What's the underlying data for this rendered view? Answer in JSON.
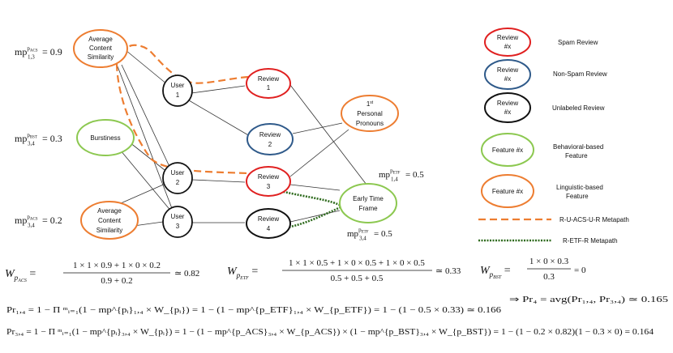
{
  "colors": {
    "spam": "#e02020",
    "nonspam": "#2f5a8a",
    "unlabeled": "#111111",
    "behavioral": "#8cc850",
    "linguistic": "#ed7d31",
    "etf_path": "#2f6b1e",
    "edge": "#333333"
  },
  "nodes": {
    "acs_top": [
      "Average",
      "Content",
      "Similarity"
    ],
    "burstiness": [
      "Burstiness"
    ],
    "acs_bottom": [
      "Average",
      "Content",
      "Similarity"
    ],
    "user1": [
      "User",
      "1"
    ],
    "user2": [
      "User",
      "2"
    ],
    "user3": [
      "User",
      "3"
    ],
    "review1": [
      "Review",
      "1"
    ],
    "review2": [
      "Review",
      "2"
    ],
    "review3": [
      "Review",
      "3"
    ],
    "review4": [
      "Review",
      "4"
    ],
    "personal_pronouns": [
      "Personal",
      "Pronouns"
    ],
    "personal_pronouns_prefix": "1",
    "personal_pronouns_sup": "st",
    "early_time_frame": [
      "Early Time",
      "Frame"
    ]
  },
  "side_labels": {
    "mp13_acs": {
      "base": "mp",
      "sup": "p",
      "supsub": "ACS",
      "sub": "1,3",
      "value": "= 0.9"
    },
    "mp34_bst": {
      "base": "mp",
      "sup": "p",
      "supsub": "BST",
      "sub": "3,4",
      "value": "= 0.3"
    },
    "mp34_acs": {
      "base": "mp",
      "sup": "p",
      "supsub": "ACS",
      "sub": "3,4",
      "value": "= 0.2"
    },
    "mp14_etf": {
      "base": "mp",
      "sup": "p",
      "supsub": "ETF",
      "sub": "1,4",
      "value": "= 0.5"
    },
    "mp34_etf": {
      "base": "mp",
      "sup": "p",
      "supsub": "ETF",
      "sub": "3,4",
      "value": "= 0.5"
    }
  },
  "legend": {
    "spam": {
      "node": [
        "Review",
        "#x"
      ],
      "label": "Spam Review"
    },
    "nonspam": {
      "node": [
        "Review",
        "#x"
      ],
      "label": "Non-Spam Review"
    },
    "unlabeled": {
      "node": [
        "Review",
        "#x"
      ],
      "label": "Unlabeled Review"
    },
    "behavioral": {
      "node": [
        "Feature #x"
      ],
      "label": [
        "Behavioral-based",
        "Feature"
      ]
    },
    "linguistic": {
      "node": [
        "Feature #x"
      ],
      "label": [
        "Linguistic-based",
        "Feature"
      ]
    },
    "acs_path": "R-U-ACS-U-R Metapath",
    "etf_path": "R-ETF-R Metapath"
  },
  "equations": {
    "w_acs": {
      "lhs": "W",
      "lhs_sub": "p",
      "lhs_subsub": "ACS",
      "numerator": "1 × 1 × 0.9 + 1 × 0 × 0.2",
      "denominator": "0.9 + 0.2",
      "result": "≃ 0.82"
    },
    "w_etf": {
      "lhs": "W",
      "lhs_sub": "p",
      "lhs_subsub": "ETF",
      "numerator": "1 × 1 × 0.5 + 1 × 0 × 0.5 + 1 × 0 × 0.5",
      "denominator": "0.5 + 0.5 + 0.5",
      "result": "≃ 0.33"
    },
    "w_bst": {
      "lhs": "W",
      "lhs_sub": "p",
      "lhs_subsub": "BST",
      "numerator": "1 × 0 × 0.3",
      "denominator": "0.3",
      "result": "= 0"
    },
    "pr14": "Pr₁,₄ = 1 − Π ᵐᵢ₌₁(1 − mp^{pᵢ}₁,₄ × W_{pᵢ}) = 1 − (1 − mp^{p_ETF}₁,₄ × W_{p_ETF}) = 1 − (1 − 0.5 × 0.33) ≃ 0.166",
    "pr34": "Pr₃,₄ = 1 − Π ᵐᵢ₌₁(1 − mp^{pᵢ}₃,₄ × W_{pᵢ}) = 1 − (1 − mp^{p_ACS}₃,₄ × W_{p_ACS}) × (1 − mp^{p_BST}₃,₄ × W_{p_BST}) = 1 − (1 − 0.2 × 0.82)(1 − 0.3 × 0) = 0.164",
    "pr4": "⇒ Pr₄ = avg(Pr₁,₄, Pr₃,₄) ≃ 0.165"
  }
}
